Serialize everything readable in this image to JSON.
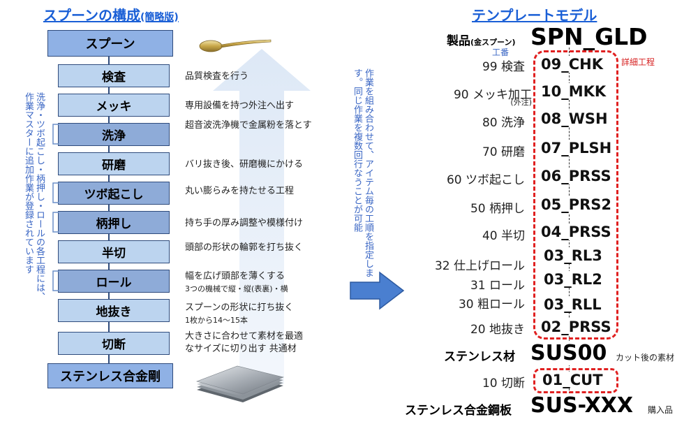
{
  "left": {
    "title": "スプーンの構成",
    "title_note": "(簡略版)",
    "steps": [
      {
        "label": "スプーン",
        "desc": ""
      },
      {
        "label": "検査",
        "desc": "品質検査を行う"
      },
      {
        "label": "メッキ",
        "desc": "専用設備を持つ外注へ出す"
      },
      {
        "label": "洗浄",
        "desc": "超音波洗浄機で金属粉を落とす"
      },
      {
        "label": "研磨",
        "desc": "バリ抜き後、研磨機にかける"
      },
      {
        "label": "ツボ起こし",
        "desc": "丸い膨らみを持たせる工程"
      },
      {
        "label": "柄押し",
        "desc": "持ち手の厚み調整や模様付け"
      },
      {
        "label": "半切",
        "desc": "頭部の形状の輪郭を打ち抜く"
      },
      {
        "label": "ロール",
        "desc": "幅を広げ頭部を薄くする",
        "desc_sub": "3つの機械で縦・縦(表裏)・横"
      },
      {
        "label": "地抜き",
        "desc": "スプーンの形状に打ち抜く",
        "desc_sub": "1枚から14～15本"
      },
      {
        "label": "切断",
        "desc": "大きさに合わせて素材を最適",
        "desc2": "なサイズに切り出す 共通材"
      },
      {
        "label": "ステンレス合金剛",
        "desc": ""
      }
    ],
    "side_note": "洗浄・ツボ起こし・柄押し・ロールの各工程には、作業マスターに追加作業が登録されています"
  },
  "middle": {
    "note": "作業を組み合わせて、アイテム毎の工順を指定します。同じ作業を複数回行なうことが可能"
  },
  "right": {
    "title": "テンプレートモデル",
    "product_label": "製品",
    "product_sub": "(金スプーン)",
    "product_code": "SPN_GLD",
    "koban": "工番",
    "detail_label": "詳細工程",
    "rows": [
      {
        "label": "99 検査",
        "code": "09_CHK"
      },
      {
        "label": "90 メッキ加工",
        "sub": "(外注)",
        "code": "10_MKK"
      },
      {
        "label": "80 洗浄",
        "code": "08_WSH"
      },
      {
        "label": "70 研磨",
        "code": "07_PLSH"
      },
      {
        "label": "60 ツボ起こし",
        "code": "06_PRSS"
      },
      {
        "label": "50 柄押し",
        "code": "05_PRS2"
      },
      {
        "label": "40 半切",
        "code": "04_PRSS"
      },
      {
        "label": "32 仕上げロール",
        "code": "03_RL3"
      },
      {
        "label": "31 ロール",
        "code": "03_RL2"
      },
      {
        "label": "30 粗ロール",
        "code": "03_RLL"
      },
      {
        "label": "20 地抜き",
        "code": "02_PRSS"
      }
    ],
    "stainless_label": "ステンレス材",
    "stainless_code": "SUS00",
    "stainless_note": "カット後の素材",
    "cut_label": "10 切断",
    "cut_code": "01_CUT",
    "plate_label": "ステンレス合金鋼板",
    "plate_code": "SUS-XXX",
    "plate_note": "購入品"
  }
}
